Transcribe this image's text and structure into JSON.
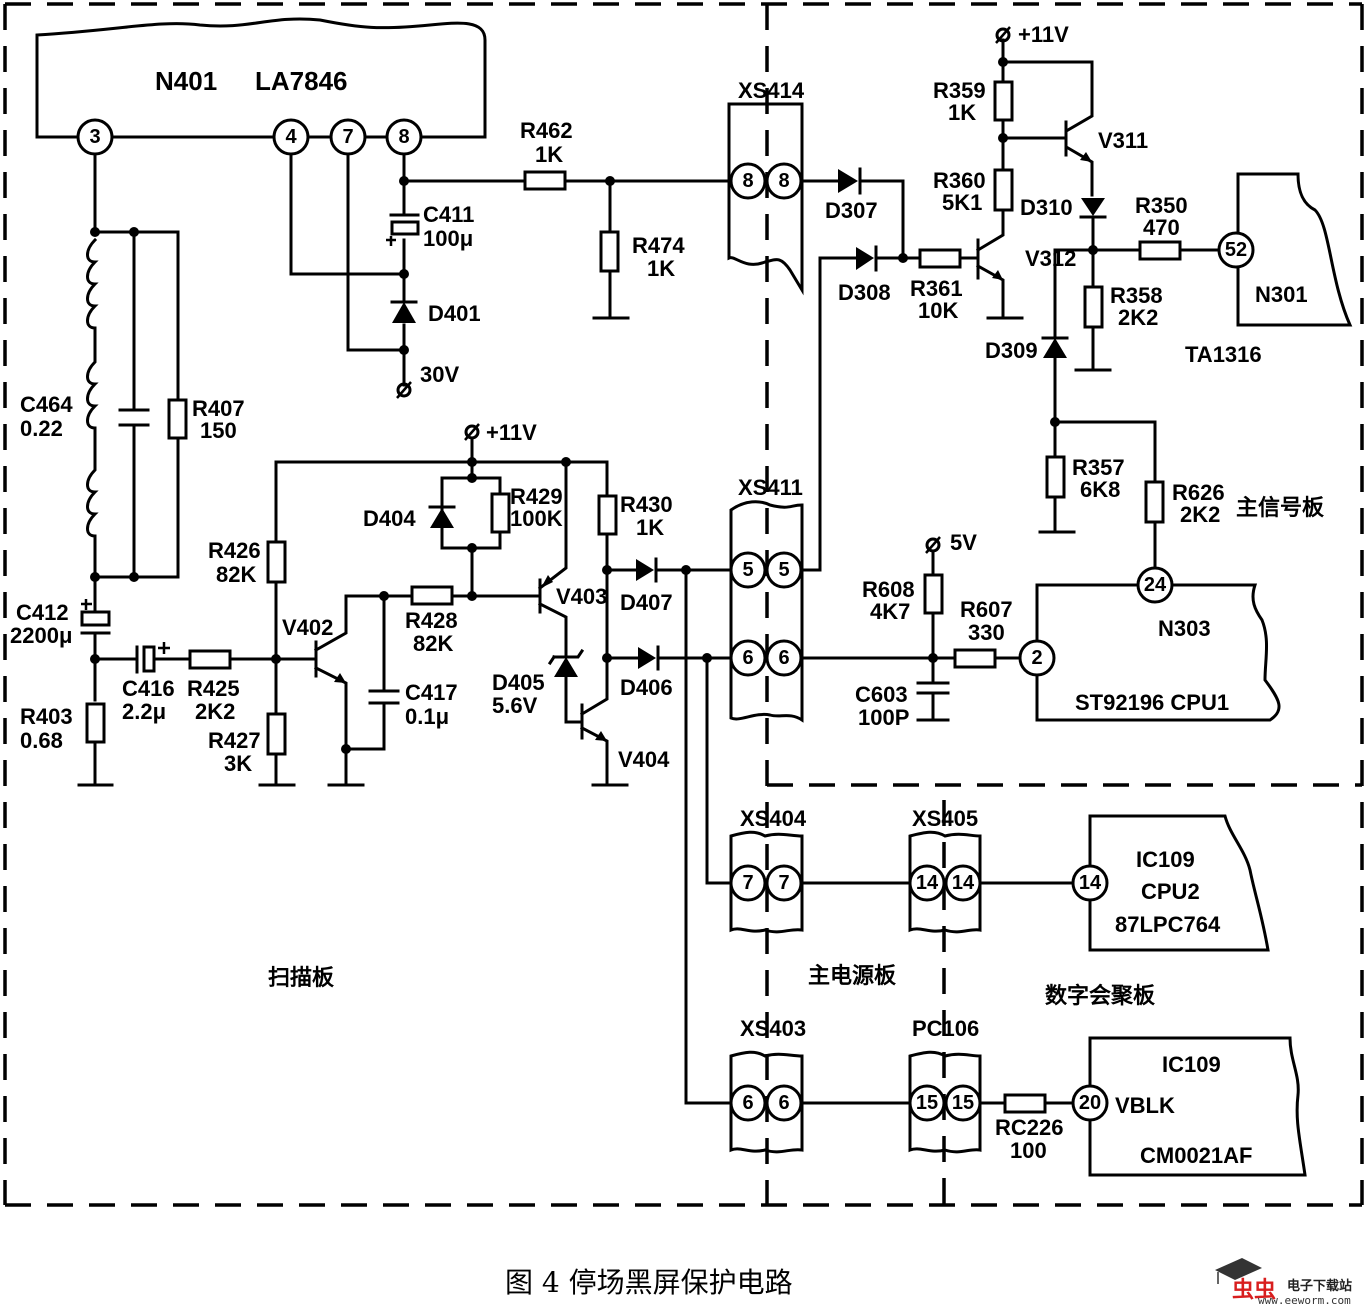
{
  "caption": "图 4   停场黑屏保护电路",
  "watermark": {
    "brand_glyphs": "虫虫",
    "brand_text": "电子下载站",
    "url": "www.eeworm.com",
    "brand_color": "#d81e1e"
  },
  "boards": {
    "scan": "扫描板",
    "main_power": "主电源板",
    "main_signal": "主信号板",
    "digital_convergence": "数字会聚板"
  },
  "ics": {
    "n401": {
      "name": "N401",
      "part": "LA7846",
      "pins": [
        "3",
        "4",
        "7",
        "8"
      ]
    },
    "n301": {
      "name": "N301",
      "part": "TA1316",
      "pin": "52"
    },
    "n303": {
      "name": "N303",
      "part": "ST92196 CPU1",
      "pins": [
        "24",
        "2"
      ]
    },
    "ic109a": {
      "name": "IC109",
      "func": "CPU2",
      "part": "87LPC764",
      "pin": "14"
    },
    "ic109b": {
      "name": "IC109",
      "signal": "VBLK",
      "part": "CM0021AF",
      "pin": "20"
    }
  },
  "connectors": {
    "xs414": {
      "name": "XS414",
      "pins": [
        "8",
        "8"
      ]
    },
    "xs411": {
      "name": "XS411",
      "pins": [
        "5",
        "5",
        "6",
        "6"
      ]
    },
    "xs404": {
      "name": "XS404",
      "pins": [
        "7",
        "7"
      ]
    },
    "xs405": {
      "name": "XS405",
      "pins": [
        "14",
        "14"
      ]
    },
    "xs403": {
      "name": "XS403",
      "pins": [
        "6",
        "6"
      ]
    },
    "pc106": {
      "name": "PC106",
      "pins": [
        "15",
        "15"
      ]
    }
  },
  "supplies": {
    "v30": "30V",
    "v11_scan": "+11V",
    "v11_signal": "+11V",
    "v5": "5V"
  },
  "components": {
    "c411": {
      "ref": "C411",
      "val": "100μ"
    },
    "d401": {
      "ref": "D401"
    },
    "r462": {
      "ref": "R462",
      "val": "1K"
    },
    "r474": {
      "ref": "R474",
      "val": "1K"
    },
    "c464": {
      "ref": "C464",
      "val": "0.22"
    },
    "r407": {
      "ref": "R407",
      "val": "150"
    },
    "c412": {
      "ref": "C412",
      "val": "2200μ"
    },
    "r403": {
      "ref": "R403",
      "val": "0.68"
    },
    "c416": {
      "ref": "C416",
      "val": "2.2μ"
    },
    "r425": {
      "ref": "R425",
      "val": "2K2"
    },
    "r426": {
      "ref": "R426",
      "val": "82K"
    },
    "r427": {
      "ref": "R427",
      "val": "3K"
    },
    "v402": {
      "ref": "V402"
    },
    "r428": {
      "ref": "R428",
      "val": "82K"
    },
    "c417": {
      "ref": "C417",
      "val": "0.1μ"
    },
    "d404": {
      "ref": "D404"
    },
    "r429": {
      "ref": "R429",
      "val": "100K"
    },
    "v403": {
      "ref": "V403"
    },
    "r430": {
      "ref": "R430",
      "val": "1K"
    },
    "d405": {
      "ref": "D405",
      "val": "5.6V"
    },
    "v404": {
      "ref": "V404"
    },
    "d407": {
      "ref": "D407"
    },
    "d406": {
      "ref": "D406"
    },
    "d307": {
      "ref": "D307"
    },
    "d308": {
      "ref": "D308"
    },
    "r361": {
      "ref": "R361",
      "val": "10K"
    },
    "v312": {
      "ref": "V312"
    },
    "r359": {
      "ref": "R359",
      "val": "1K"
    },
    "r360": {
      "ref": "R360",
      "val": "5K1"
    },
    "v311": {
      "ref": "V311"
    },
    "d310": {
      "ref": "D310"
    },
    "r350": {
      "ref": "R350",
      "val": "470"
    },
    "r358": {
      "ref": "R358",
      "val": "2K2"
    },
    "d309": {
      "ref": "D309"
    },
    "r357": {
      "ref": "R357",
      "val": "6K8"
    },
    "r626": {
      "ref": "R626",
      "val": "2K2"
    },
    "r608": {
      "ref": "R608",
      "val": "4K7"
    },
    "r607": {
      "ref": "R607",
      "val": "330"
    },
    "c603": {
      "ref": "C603",
      "val": "100P"
    },
    "rc226": {
      "ref": "RC226",
      "val": "100"
    }
  }
}
